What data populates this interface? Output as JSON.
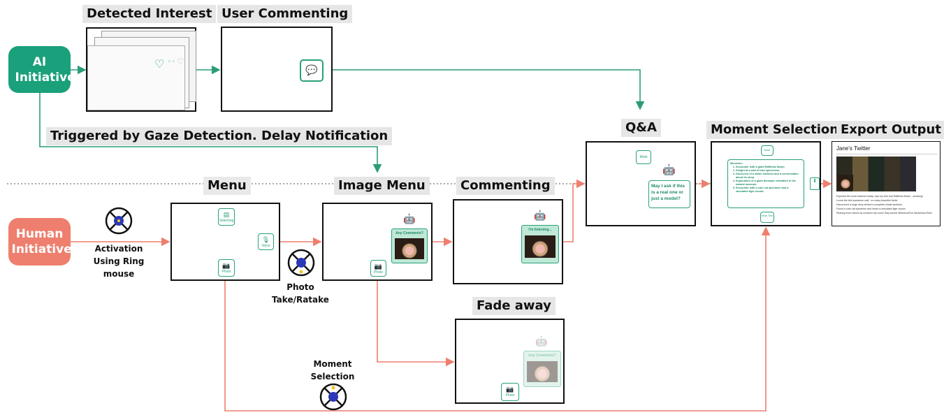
{
  "titles": {
    "detected_interest": "Detected Interest",
    "user_commenting": "User Commenting",
    "trigger_note": "Triggered by Gaze Detection. Delay Notification",
    "menu": "Menu",
    "image_menu": "Image Menu",
    "commenting": "Commenting",
    "qa": "Q&A",
    "moment_selection": "Moment Selection",
    "export_output": "Export Output",
    "fade_away": "Fade away"
  },
  "initiatives": {
    "ai": "AI Initiative",
    "human": "Human Initiative"
  },
  "captions": {
    "activation": "Activation Using Ring mouse",
    "photo": "Photo Take/Ratake",
    "moment": "Moment Selection"
  },
  "buttons": {
    "selecting": "Selecting",
    "voice": "Voice",
    "photo": "Photo",
    "mute": "Mute",
    "hide": "Hide Text"
  },
  "cards": {
    "any_comments": "Any Comments?",
    "listening": "I'm listening..."
  },
  "qa_bubble": "May I ask if this is a real one or just a model?",
  "moments": {
    "heading": "Moments:",
    "items": [
      "Encounter with a giant Rafflesia flower.",
      "Delight at a wall of bird specimens.",
      "Discovery of a whale skeleton and a conversation about its story.",
      "Exploration of a giant dinosaur exhibition in the natural museum.",
      "Encounter with a cute cat specimen and a simulated tiger sound."
    ]
  },
  "export": {
    "title": "Jane's Twitter",
    "posts": [
      "Explored the local museum today, saw my first real Rafflesia flower - amazing!",
      "Loved the bird specimen wall - so many beautiful birds!",
      "Discovered a huge story behind a complete whale skeleton",
      "Found a cute cat specimen and heard a simulated tiger sound",
      "Sharing more about my museum trip soon! Stay tuned! #MuseumFun #AdventureTime"
    ]
  },
  "colors": {
    "ai_green": "#1aa07a",
    "human_salmon": "#ee7f6e",
    "ui_green": "#28a17a"
  }
}
